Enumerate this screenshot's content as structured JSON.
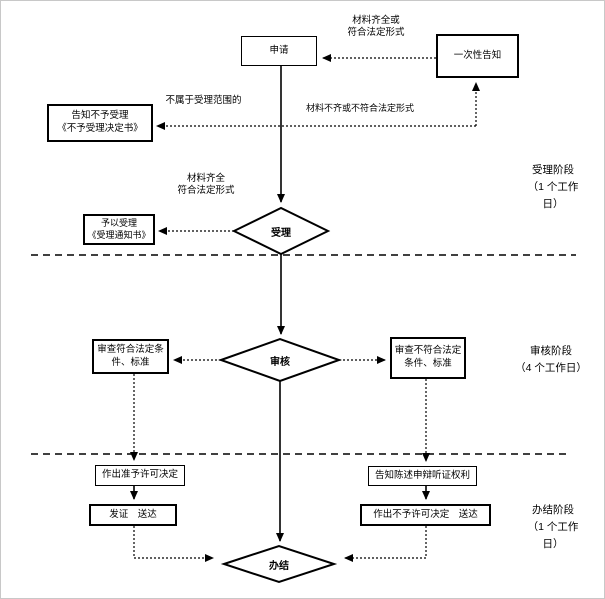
{
  "diagram": {
    "nodes": {
      "apply": {
        "label": "申请"
      },
      "one_time_notice": {
        "label": "一次性告知"
      },
      "reject_notice": {
        "line1": "告知不予受理",
        "line2": "《不予受理决定书》"
      },
      "accept_notice": {
        "line1": "予以受理",
        "line2": "《受理通知书》"
      },
      "accept_decision": {
        "label": "受理"
      },
      "review_decision": {
        "label": "审核"
      },
      "review_pass": {
        "line1": "审查符合法定条",
        "line2": "件、标准"
      },
      "review_fail": {
        "line1": "审查不符合法定",
        "line2": "条件、标准"
      },
      "grant_decision": {
        "label": "作出准予许可决定"
      },
      "issue_deliver": {
        "label": "发证　送达"
      },
      "hearing_rights": {
        "label": "告知陈述申辩听证权利"
      },
      "deny_decision": {
        "label": "作出不予许可决定　送达"
      },
      "complete": {
        "label": "办结"
      }
    },
    "edge_labels": {
      "materials_complete_or": {
        "line1": "材料齐全或",
        "line2": "符合法定形式"
      },
      "not_in_scope": "不属于受理范围的",
      "materials_incomplete": "材料不齐或不符合法定形式",
      "materials_complete": {
        "line1": "材料齐全",
        "line2": "符合法定形式"
      }
    },
    "stages": [
      {
        "lines": [
          "受理阶段",
          "（1 个工作",
          "日）"
        ]
      },
      {
        "lines": [
          "审核阶段",
          "（4 个工作日）"
        ]
      },
      {
        "lines": [
          "办结阶段",
          "（1 个工作",
          "日）"
        ]
      }
    ],
    "colors": {
      "line": "#000000",
      "background": "#ffffff"
    }
  }
}
